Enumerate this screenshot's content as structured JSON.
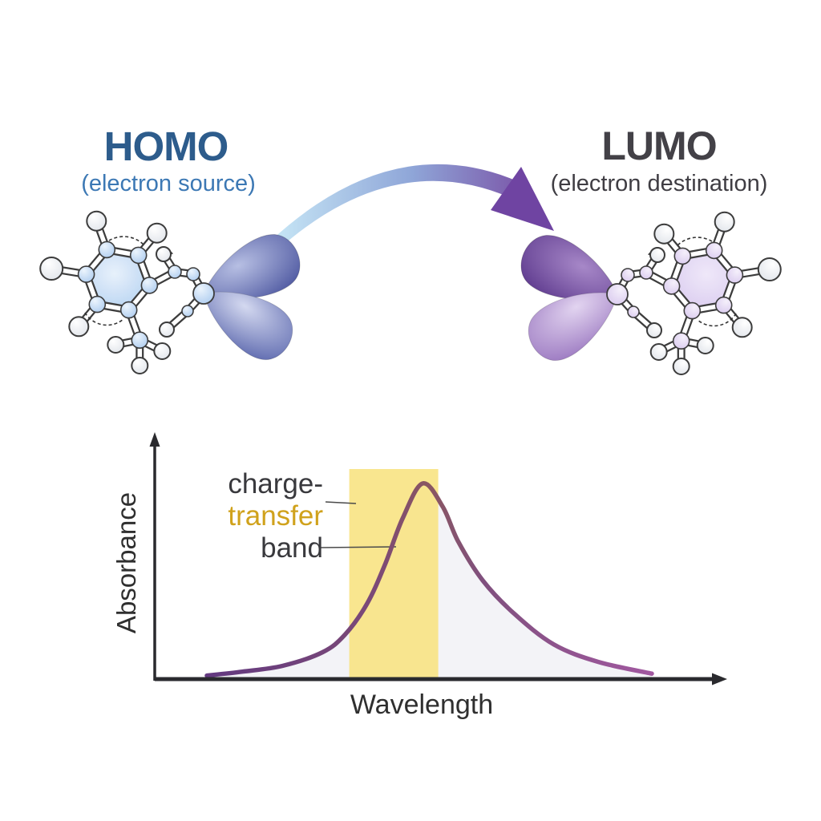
{
  "homo": {
    "title": "HOMO",
    "subtitle": "(electron source)"
  },
  "lumo": {
    "title": "LUMO",
    "subtitle": "(electron destination)"
  },
  "annotation": {
    "line1": "charge-",
    "line2": "transfer",
    "line3": "band",
    "full_text": "charge-transfer band"
  },
  "chart_data": {
    "type": "area",
    "title": "",
    "xlabel": "Wavelength",
    "ylabel": "Absorbance",
    "grid": false,
    "x_axis": {
      "ticks": [],
      "arrow": true
    },
    "y_axis": {
      "ticks": [],
      "arrow": true
    },
    "x_norm": [
      0.0,
      0.08,
      0.17,
      0.26,
      0.31,
      0.36,
      0.4,
      0.44,
      0.485,
      0.53,
      0.565,
      0.62,
      0.69,
      0.78,
      0.88,
      1.0
    ],
    "absorbance_norm": [
      0.01,
      0.03,
      0.06,
      0.13,
      0.22,
      0.38,
      0.58,
      0.82,
      1.0,
      0.88,
      0.7,
      0.5,
      0.33,
      0.17,
      0.08,
      0.02
    ],
    "band_x_norm": [
      0.32,
      0.52
    ],
    "peak_x_norm": 0.485,
    "band_label": "charge-transfer band",
    "legend": []
  },
  "colors": {
    "homo_title": "#2d5c8c",
    "homo_subtitle": "#3c78b4",
    "lumo_title": "#434147",
    "lumo_subtitle": "#3f3d43",
    "arrow_start": "#c9e9f7",
    "arrow_mid": "#8fa6d8",
    "arrow_end": "#7a53a7",
    "arrowhead": "#6f44a2",
    "axis": "#2a2a2e",
    "band_fill": "#f9e486",
    "under_curve_fill": "#f2f2f6",
    "curve_left": "#633980",
    "curve_mid": "#8a5661",
    "curve_right": "#a158a0",
    "annotation_accent": "#d0a21c",
    "annotation_text": "#39393d",
    "text_dark": "#2f2f2f",
    "hydrogen": "#ffffff",
    "outline": "#3c3c3c"
  },
  "palettes": {
    "homo": {
      "atom": "#a9c9ee",
      "atomHi": "#edf5fd",
      "ringFill": "#aecdf0",
      "ringHi": "#e7f1fb",
      "lobeTop": "#4d57a0",
      "lobeTopHi": "#b7bfe3",
      "lobeBot": "#5c68ae",
      "lobeBotHi": "#d4d9f0"
    },
    "lumo": {
      "atom": "#d8c8ee",
      "atomHi": "#f5f0fb",
      "ringFill": "#d7c6ee",
      "ringHi": "#efe8f9",
      "lobeTop": "#5e3a8e",
      "lobeTopHi": "#a788c8",
      "lobeBot": "#9a77c0",
      "lobeBotHi": "#e2d4f0"
    }
  }
}
